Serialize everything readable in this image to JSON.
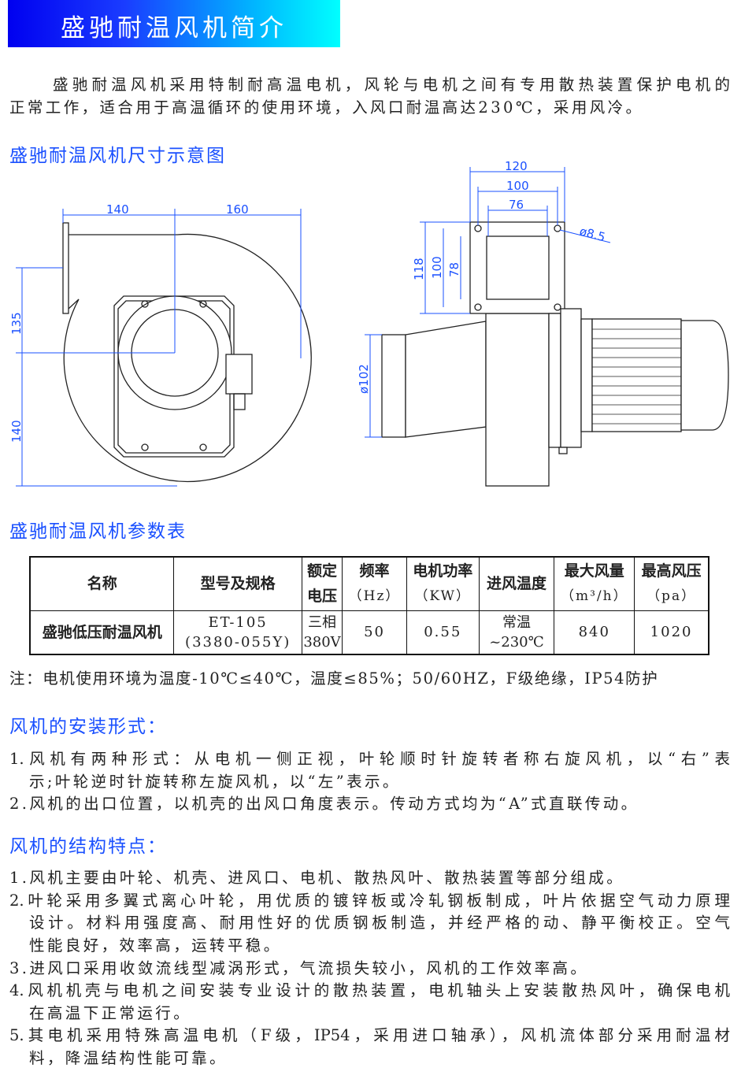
{
  "title": "盛驰耐温风机简介",
  "intro_lines": [
    "盛驰耐温风机采用特制耐高温电机，风轮与电机之间有专用散热装置保护电机的",
    "正常工作，适合用于高温循环的使用环境，入风口耐温高达230℃，采用风冷。"
  ],
  "diagram": {
    "heading": "盛驰耐温风机尺寸示意图",
    "left_dims": {
      "top_left": "140",
      "top_right": "160",
      "left_upper": "135",
      "left_lower": "140"
    },
    "right_dims": {
      "w120": "120",
      "w100": "100",
      "w76": "76",
      "hole": "ø8.5",
      "h118": "118",
      "h100": "100",
      "h78": "78",
      "inlet": "ø102"
    }
  },
  "params": {
    "heading": "盛驰耐温风机参数表",
    "headers": [
      {
        "top": "名称",
        "bottom": ""
      },
      {
        "top": "型号及规格",
        "bottom": ""
      },
      {
        "top": "额定",
        "bottom": "电压"
      },
      {
        "top": "频率",
        "bottom": "（Hz）"
      },
      {
        "top": "电机功率",
        "bottom": "（KW）"
      },
      {
        "top": "进风温度",
        "bottom": ""
      },
      {
        "top": "最大风量",
        "bottom": "（m³/h）"
      },
      {
        "top": "最高风压",
        "bottom": "（pa）"
      }
    ],
    "row": {
      "name": "盛驰低压耐温风机",
      "model_1": "ET-105",
      "model_2": "(3380-055Y)",
      "voltage_1": "三相",
      "voltage_2": "380V",
      "freq": "50",
      "power": "0.55",
      "temp_1": "常温",
      "temp_2": "~230℃",
      "flow": "840",
      "pressure": "1020"
    },
    "note": "注：电机使用环境为温度-10℃≤40℃，温度≤85%；50/60HZ，F级绝缘，IP54防护"
  },
  "install": {
    "heading": "风机的安装形式：",
    "lines": [
      "1.风机有两种形式：从电机一侧正视，叶轮顺时针旋转者称右旋风机，以“右”表",
      "示;叶轮逆时针旋转称左旋风机，以“左”表示。",
      "2.风机的出口位置，以机壳的出风口角度表示。传动方式均为“A”式直联传动。"
    ]
  },
  "structure": {
    "heading": "风机的结构特点：",
    "lines": [
      "1.风机主要由叶轮、机壳、进风口、电机、散热风叶、散热装置等部分组成。",
      "2.叶轮采用多翼式离心叶轮，用优质的镀锌板或冷轧钢板制成，叶片依据空气动力原理",
      "设计。材料用强度高、耐用性好的优质钢板制造，并经严格的动、静平衡校正。空气",
      "性能良好，效率高，运转平稳。",
      "3.进风口采用收敛流线型减涡形式，气流损失较小，风机的工作效率高。",
      "4.风机机壳与电机之间安装专业设计的散热装置，电机轴头上安装散热风叶，确保电机",
      "在高温下正常运行。",
      "5.其电机采用特殊高温电机（F级，IP54，采用进口轴承），风机流体部分采用耐温材",
      "料，降温结构性能可靠。"
    ]
  }
}
